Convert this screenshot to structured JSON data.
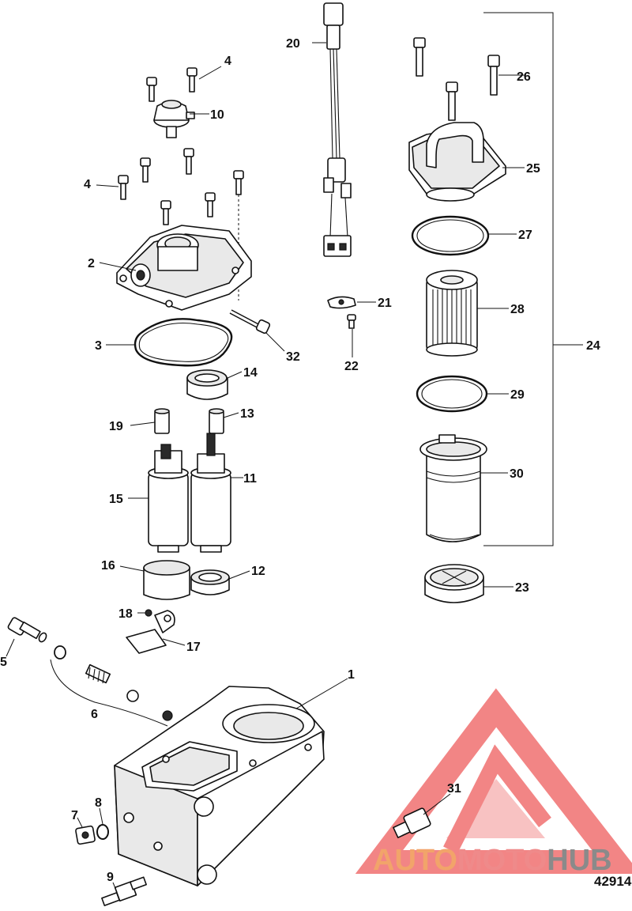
{
  "figure_number": "42914",
  "watermark": {
    "part_auto": "AUTO",
    "part_moto": "MOTO",
    "part_hub": "HUB",
    "colors": {
      "auto": "#f2a46a",
      "moto": "#ef8a8a",
      "hub": "#8a8a8a",
      "logo": "#f07070"
    }
  },
  "callouts": [
    {
      "id": "1",
      "label": "1"
    },
    {
      "id": "2",
      "label": "2"
    },
    {
      "id": "3",
      "label": "3"
    },
    {
      "id": "4a",
      "label": "4"
    },
    {
      "id": "4b",
      "label": "4"
    },
    {
      "id": "5",
      "label": "5"
    },
    {
      "id": "6",
      "label": "6"
    },
    {
      "id": "7",
      "label": "7"
    },
    {
      "id": "8",
      "label": "8"
    },
    {
      "id": "9",
      "label": "9"
    },
    {
      "id": "10",
      "label": "10"
    },
    {
      "id": "11",
      "label": "11"
    },
    {
      "id": "12",
      "label": "12"
    },
    {
      "id": "13",
      "label": "13"
    },
    {
      "id": "14",
      "label": "14"
    },
    {
      "id": "15",
      "label": "15"
    },
    {
      "id": "16",
      "label": "16"
    },
    {
      "id": "17",
      "label": "17"
    },
    {
      "id": "18",
      "label": "18"
    },
    {
      "id": "19",
      "label": "19"
    },
    {
      "id": "20",
      "label": "20"
    },
    {
      "id": "21",
      "label": "21"
    },
    {
      "id": "22",
      "label": "22"
    },
    {
      "id": "23",
      "label": "23"
    },
    {
      "id": "24",
      "label": "24"
    },
    {
      "id": "25",
      "label": "25"
    },
    {
      "id": "26",
      "label": "26"
    },
    {
      "id": "27",
      "label": "27"
    },
    {
      "id": "28",
      "label": "28"
    },
    {
      "id": "29",
      "label": "29"
    },
    {
      "id": "30",
      "label": "30"
    },
    {
      "id": "31",
      "label": "31"
    },
    {
      "id": "32",
      "label": "32"
    }
  ]
}
